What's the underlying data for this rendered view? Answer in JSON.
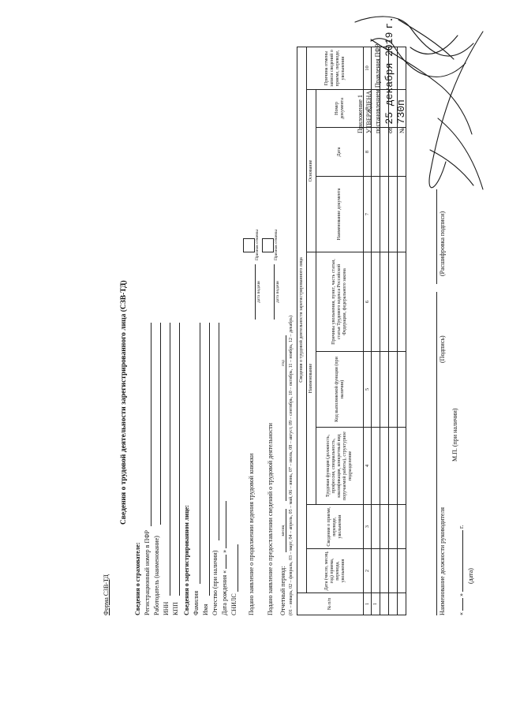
{
  "annex": {
    "line1": "Приложение 1",
    "line2": "УТВЕРЖДЕНА",
    "line3": "постановлением Правления ПФР",
    "date_prefix": "от",
    "date_value": "25 декабря 2019",
    "date_suffix": "г.",
    "number_prefix": "№",
    "number_value": "730п"
  },
  "form_name": "Форма СЗВ-ТД",
  "title": "Сведения о трудовой деятельности зарегистрированного лица (СЗВ-ТД)",
  "insurer": {
    "heading": "Сведения о страхователе:",
    "fields": [
      "Регистрационный номер в ПФР",
      "Работодатель (наименование)",
      "ИНН",
      "КПП"
    ]
  },
  "person": {
    "heading": "Сведения о зарегистрированном лице:",
    "fields": [
      "Фамилия",
      "Имя",
      "Отчество (при наличии)"
    ],
    "birth_label": "Дата рождения «",
    "birth_quote": "»",
    "snils_label": "СНИЛС"
  },
  "applications": {
    "continue_label": "Подано заявление о продолжении ведения трудовой книжки",
    "provide_label": "Подано заявление о предоставлении сведений о трудовой деятельности",
    "date_caption": "дата подачи",
    "cancel_caption": "Признак отмены"
  },
  "period": {
    "label": "Отчетный период:",
    "month_caption": "месяц",
    "year_caption": "год",
    "months_note": "(01 – январь, 02 – февраль, 03 – март, 04 – апрель, 05 – май, 06 – июнь, 07 – июль, 08 – август, 09 – сентябрь, 10 – октябрь, 11 – ноябрь, 12 – декабрь)"
  },
  "table": {
    "group_header": "Сведения о трудовой деятельности зарегистрированного лица",
    "name_header": "Наименование",
    "basis_header": "Основание",
    "cols": {
      "c1": "№ п/п",
      "c2": "Дата (число, месяц, год) приема, перевода, увольнения",
      "c3": "Сведения о приеме, переводе, увольнении",
      "c4": "Трудовая функция (должность, профессия, специальность, квалификация, конкретный вид поручаемой работы), структурное подразделение",
      "c5": "Код выполняемой функции (при наличии)",
      "c6": "Причины увольнения, пункт, часть статьи, статья Трудового кодекса Российской Федерации, федерального закона",
      "c7": "Наименование документа",
      "c8": "Дата",
      "c9": "Номер документа",
      "c10": "Причина отмены записи сведений о приеме, переводе, увольнении"
    },
    "numbers": [
      "1",
      "2",
      "3",
      "4",
      "5",
      "6",
      "7",
      "8",
      "9",
      "10"
    ],
    "row_index": "1"
  },
  "footer": {
    "position_label": "Наименование должности руководителя",
    "signature_caption": "(Подпись)",
    "decode_caption": "(Расшифровка подписи)",
    "date_open": "«",
    "date_close": "»",
    "year_suffix": "г.",
    "date_caption": "(дата)",
    "stamp_label": "М.П. (при наличии)"
  }
}
